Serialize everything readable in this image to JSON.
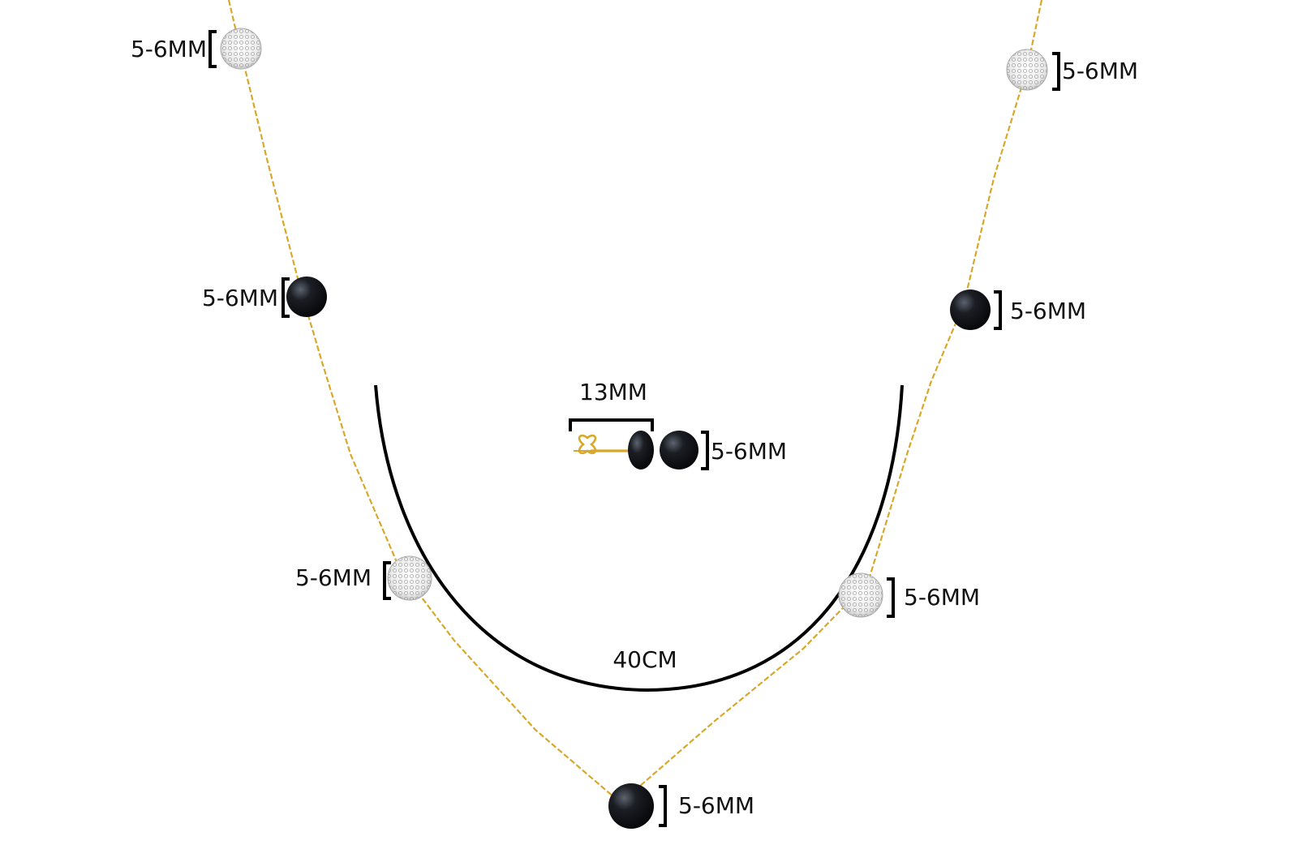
{
  "colors": {
    "chain": "#d7a82a",
    "black_pearl": "#0b0b0e",
    "crystal_ball": "#e6e6e6",
    "bracket": "#000000",
    "length_arc": "#000000"
  },
  "necklace": {
    "length_label": "40CM",
    "beads": [
      {
        "kind": "crystal-ball",
        "size_label": "5-6MM"
      },
      {
        "kind": "black-pearl",
        "size_label": "5-6MM"
      },
      {
        "kind": "crystal-ball",
        "size_label": "5-6MM"
      },
      {
        "kind": "black-pearl",
        "size_label": "5-6MM"
      },
      {
        "kind": "crystal-ball",
        "size_label": "5-6MM"
      },
      {
        "kind": "black-pearl",
        "size_label": "5-6MM"
      },
      {
        "kind": "crystal-ball",
        "size_label": "5-6MM"
      }
    ]
  },
  "earring": {
    "length_label": "13MM",
    "pearl_size_label": "5-6MM"
  }
}
